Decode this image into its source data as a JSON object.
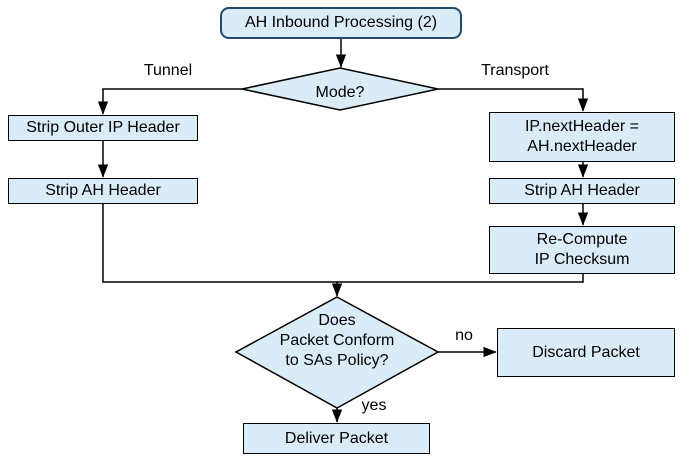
{
  "colors": {
    "node_fill": "#d9ecf8",
    "node_border": "#000000",
    "start_border": "#24496b",
    "connector": "#000000",
    "background": "#ffffff"
  },
  "nodes": {
    "start": "AH Inbound Processing (2)",
    "mode": "Mode?",
    "strip_outer_ip": "Strip Outer IP Header",
    "strip_ah_tunnel": "Strip AH Header",
    "set_next_header": "IP.nextHeader =\nAH.nextHeader",
    "strip_ah_transport": "Strip AH Header",
    "recompute_checksum": "Re-Compute\nIP Checksum",
    "policy_check": "Does\nPacket Conform\nto SAs Policy?",
    "discard": "Discard Packet",
    "deliver": "Deliver Packet"
  },
  "edge_labels": {
    "tunnel": "Tunnel",
    "transport": "Transport",
    "no": "no",
    "yes": "yes"
  }
}
